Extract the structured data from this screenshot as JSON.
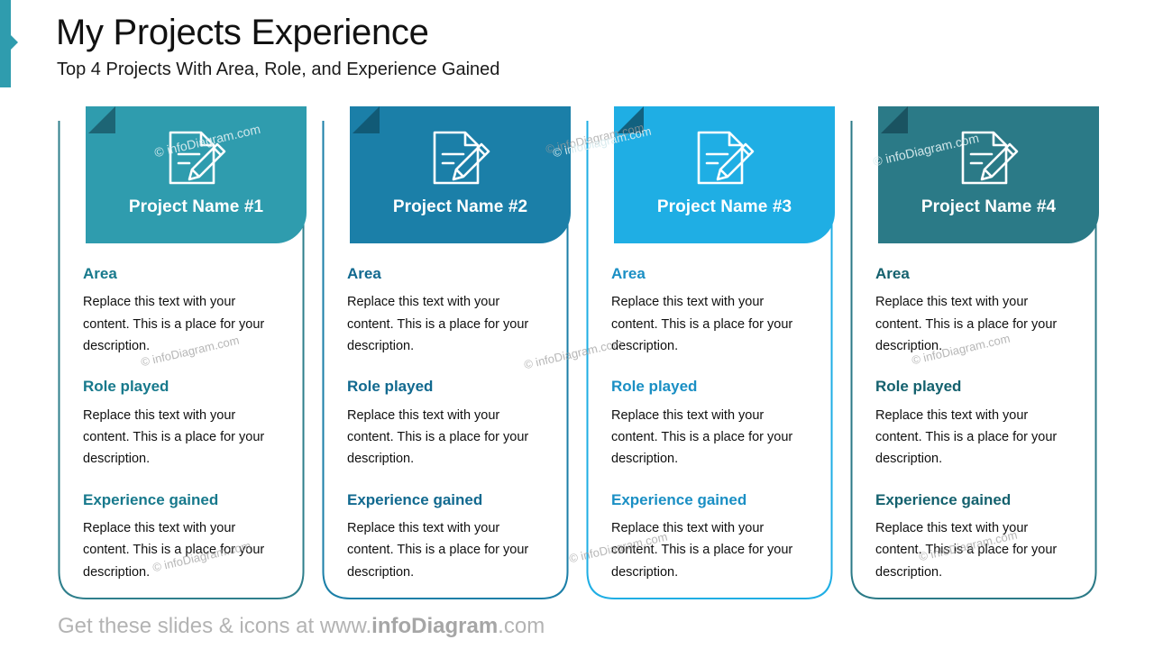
{
  "header": {
    "title": "My Projects Experience",
    "subtitle": "Top 4 Projects With Area, Role, and Experience Gained",
    "accent_color": "#2f9cae"
  },
  "section_labels": {
    "area": "Area",
    "role": "Role played",
    "experience": "Experience gained"
  },
  "body_text": "Replace this text with your content. This is a place for your description.",
  "cards": [
    {
      "name": "Project Name #1",
      "header_color": "#2f9cae",
      "fold_color": "#1d6575",
      "border_color": "#2f7f8c",
      "heading_color": "#17798c",
      "icon": "document-pencil-icon",
      "area_label": "Area",
      "role_label": "Role played",
      "experience_label": "Experience gained",
      "area_text": "Replace this text with your content. This is a place for your description.",
      "role_text": "Replace this text with your content. This is a place for your description.",
      "experience_text": "Replace this text with your content. This is a place for your description."
    },
    {
      "name": "Project Name #2",
      "header_color": "#1b7fa8",
      "fold_color": "#115a76",
      "border_color": "#1b7fa8",
      "heading_color": "#11698f",
      "icon": "document-pencil-icon",
      "area_label": "Area",
      "role_label": "Role played",
      "experience_label": "Experience gained",
      "area_text": "Replace this text with your content. This is a place for your description.",
      "role_text": "Replace this text with your content. This is a place for your description.",
      "experience_text": "Replace this text with your content. This is a place for your description."
    },
    {
      "name": "Project Name #3",
      "header_color": "#1faee4",
      "fold_color": "#12617f",
      "border_color": "#1faee4",
      "heading_color": "#1a8fc4",
      "icon": "document-pencil-icon",
      "area_label": "Area",
      "role_label": "Role played",
      "experience_label": "Experience gained",
      "area_text": "Replace this text with your content. This is a place for your description.",
      "role_text": "Replace this text with your content. This is a place for your description.",
      "experience_text": "Replace this text with your content. This is a place for your description."
    },
    {
      "name": "Project Name #4",
      "header_color": "#2b7a87",
      "fold_color": "#1a5361",
      "border_color": "#2b7a87",
      "heading_color": "#14616e",
      "icon": "document-pencil-icon",
      "area_label": "Area",
      "role_label": "Role played",
      "experience_label": "Experience gained",
      "area_text": "Replace this text with your content. This is a place for your description.",
      "role_text": "Replace this text with your content. This is a place for your description.",
      "experience_text": "Replace this text with your content. This is a place for your description."
    }
  ],
  "watermark": {
    "text": "© infoDiagram.com"
  },
  "footer": {
    "prefix": "Get these slides & icons at www.",
    "brand": "infoDiagram",
    "suffix": ".com"
  }
}
